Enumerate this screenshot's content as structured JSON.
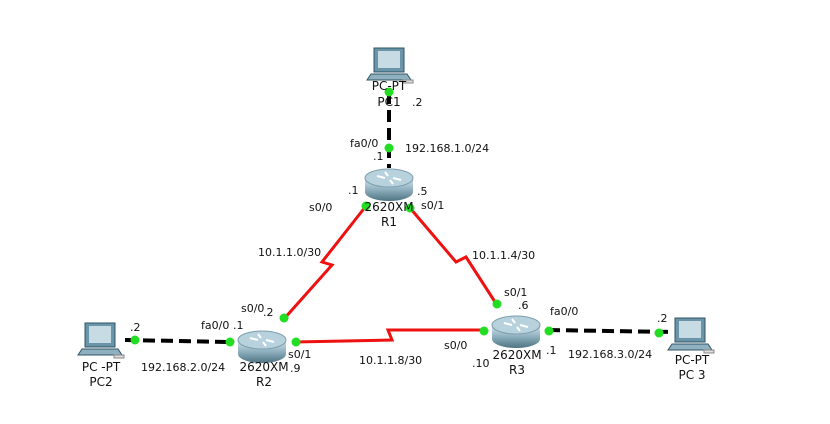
{
  "devices": {
    "pc1": {
      "type": "PC-PT",
      "name": "PC1"
    },
    "pc2": {
      "type": "PC -PT",
      "name": "PC2"
    },
    "pc3": {
      "type": "PC-PT",
      "name": "PC 3"
    },
    "r1": {
      "model": "2620XM",
      "name": "R1"
    },
    "r2": {
      "model": "2620XM",
      "name": "R2"
    },
    "r3": {
      "model": "2620XM",
      "name": "R3"
    }
  },
  "networks": {
    "lan1": "192.168.1.0/24",
    "lan2": "192.168.2.0/24",
    "lan3": "192.168.3.0/24",
    "r1r2": "10.1.1.0/30",
    "r1r3": "10.1.1.4/30",
    "r2r3": "10.1.1.8/30"
  },
  "interfaces": {
    "pc1_ip": ".2",
    "r1_fa": "fa0/0",
    "r1_fa_ip": ".1",
    "r1_s00": "s0/0",
    "r1_s00_ip": ".1",
    "r1_s01": "s0/1",
    "r1_s01_ip": ".5",
    "r2_s00": "s0/0",
    "r2_s00_ip": ".2",
    "r2_fa": "fa0/0",
    "r2_fa_ip": ".1",
    "r2_s01": "s0/1",
    "r2_s01_ip": ".9",
    "pc2_ip": ".2",
    "r3_s01": "s0/1",
    "r3_s01_ip": ".6",
    "r3_s00": "s0/0",
    "r3_s00_ip": ".10",
    "r3_fa": "fa0/0",
    "r3_fa_ip": ".1",
    "pc3_ip": ".2"
  },
  "colors": {
    "serial": "#ee1111",
    "ethernet": "#000000",
    "port": "#22dd22"
  }
}
